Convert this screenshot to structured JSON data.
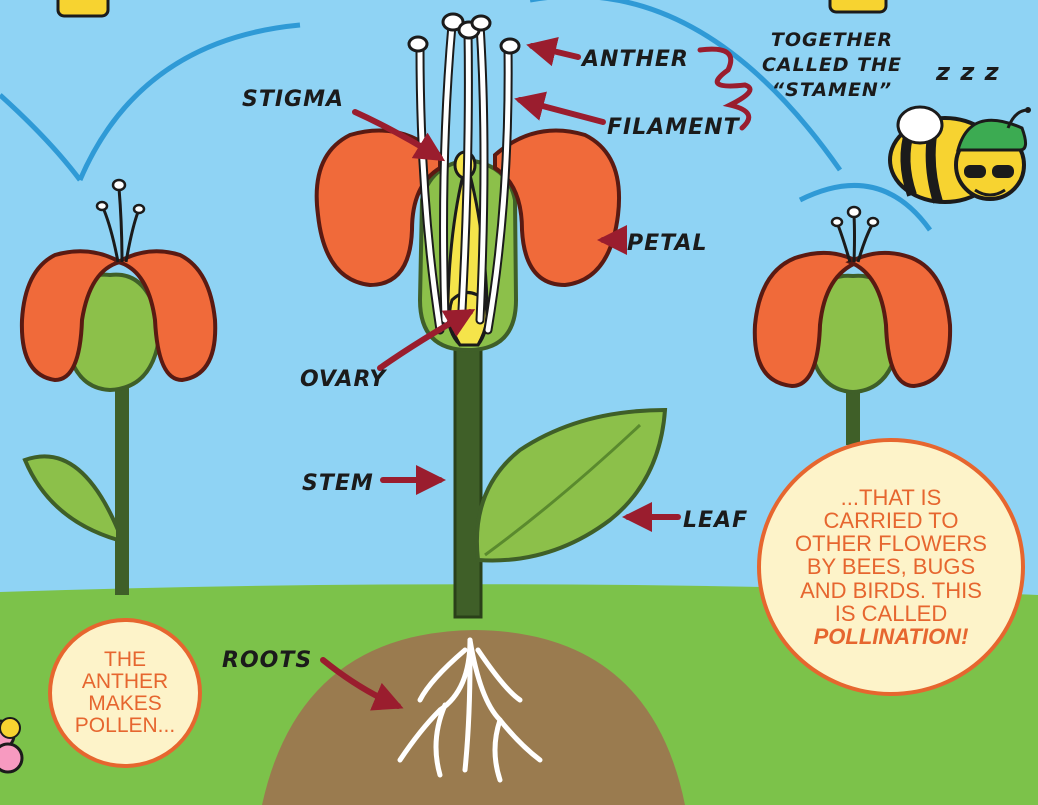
{
  "labels": {
    "anther": "ANTHER",
    "filament": "FILAMENT",
    "stigma": "STIGMA",
    "petal": "PETAL",
    "ovary": "OVARY",
    "stem": "STEM",
    "leaf": "LEAF",
    "roots": "ROOTS",
    "stamen_note": [
      "TOGETHER",
      "CALLED THE",
      "“STAMEN”"
    ]
  },
  "bee": {
    "snore": "z z z"
  },
  "bubbles": {
    "left": [
      "THE",
      "ANTHER",
      "MAKES",
      "POLLEN..."
    ],
    "right": [
      "...THAT IS",
      "CARRIED TO",
      "OTHER FLOWERS",
      "BY BEES, BUGS",
      "AND BIRDS. THIS",
      "IS CALLED"
    ],
    "right_emphasis": "POLLINATION!"
  },
  "colors": {
    "sky": "#8fd3f4",
    "grass": "#7cc24a",
    "soil": "#9a7b4f",
    "petal": "#f06a3a",
    "receptacle": "#8cc04a",
    "stem": "#3f5f28",
    "arrow": "#9a1d2e",
    "bubble_text": "#e6662f"
  }
}
